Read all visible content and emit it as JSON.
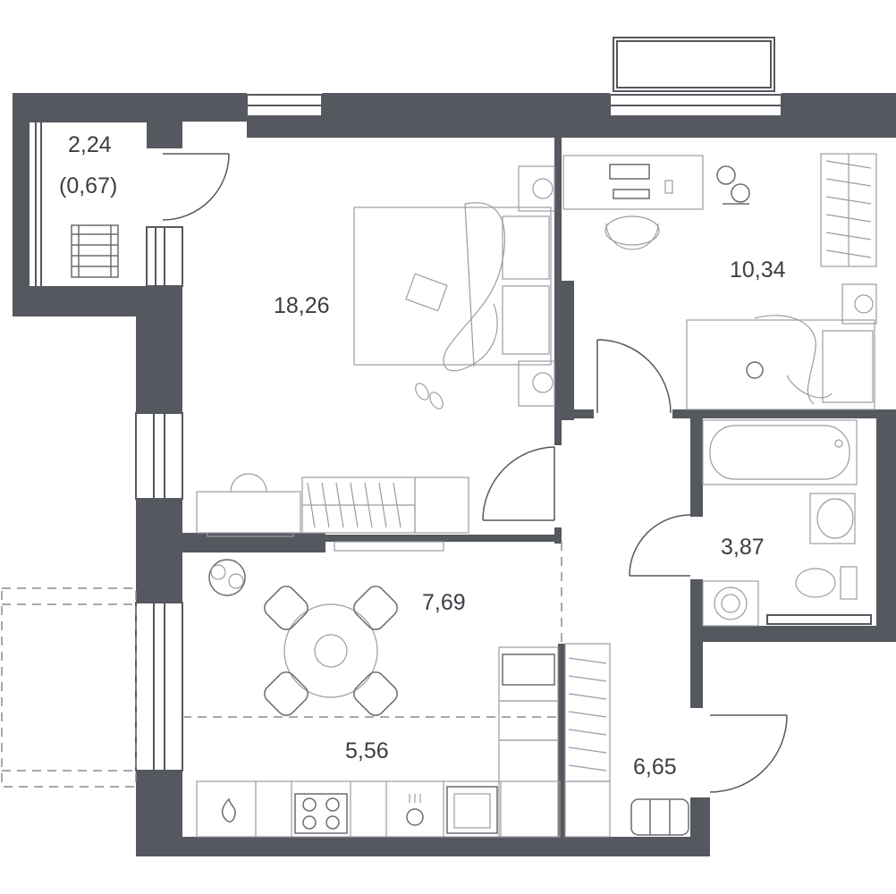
{
  "rooms": {
    "loggia": {
      "area": "2,24",
      "area_reduced": "(0,67)"
    },
    "living": {
      "area": "18,26"
    },
    "bedroom": {
      "area": "10,34"
    },
    "bathroom": {
      "area": "3,87"
    },
    "dining": {
      "area": "7,69"
    },
    "kitchen": {
      "area": "5,56"
    },
    "hall": {
      "area": "6,65"
    }
  },
  "colors": {
    "wall": "#55585e",
    "furniture": "#9a9ca0",
    "text": "#3c3e44"
  }
}
